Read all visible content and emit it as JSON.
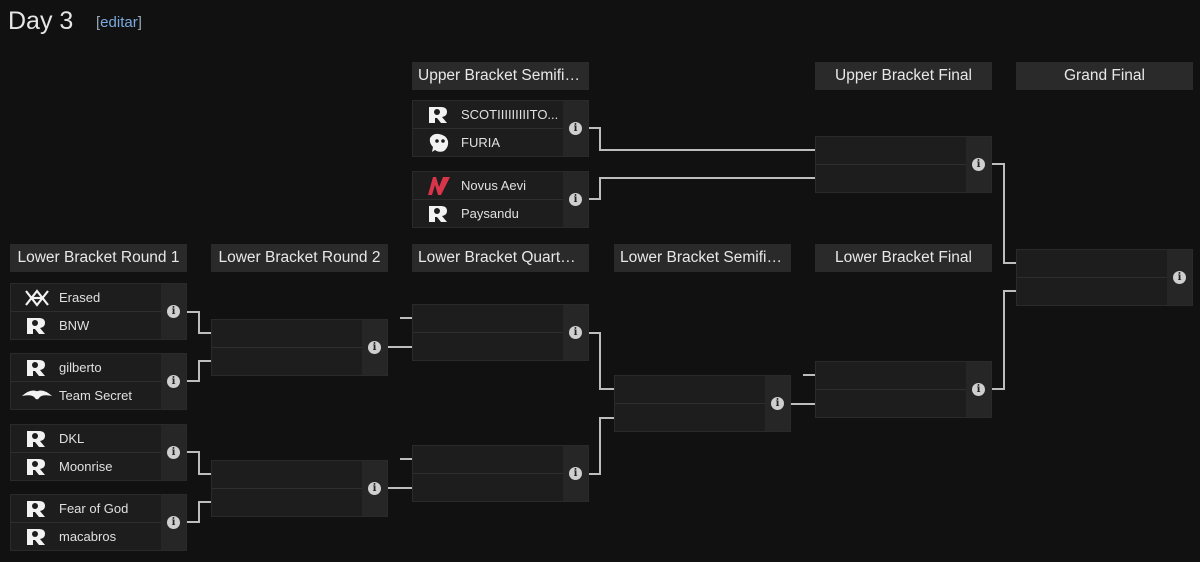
{
  "page": {
    "title": "Day 3",
    "edit_label": "editar"
  },
  "rounds": {
    "ub_semi": "Upper Bracket Semifinals",
    "ub_final": "Upper Bracket Final",
    "grand_final": "Grand Final",
    "lb_r1": "Lower Bracket Round 1",
    "lb_r2": "Lower Bracket Round 2",
    "lb_qf": "Lower Bracket Quarterfinal",
    "lb_semi": "Lower Bracket Semifinal",
    "lb_final": "Lower Bracket Final"
  },
  "matches": {
    "ubs1": {
      "team1": "SCOTIIIIIIIIITO...",
      "team2": "FURIA"
    },
    "ubs2": {
      "team1": "Novus Aevi",
      "team2": "Paysandu"
    },
    "lb1a": {
      "team1": "Erased",
      "team2": "BNW"
    },
    "lb1b": {
      "team1": "gilberto",
      "team2": "Team Secret"
    },
    "lb1c": {
      "team1": "DKL",
      "team2": "Moonrise"
    },
    "lb1d": {
      "team1": "Fear of God",
      "team2": "macabros"
    }
  },
  "icons": {
    "info": "i",
    "rocket_league": "rocket-league-icon",
    "furia": "furia-panther-icon",
    "novus_aevi": "novus-aevi-icon",
    "erased": "erased-icon",
    "team_secret": "team-secret-icon"
  },
  "colors": {
    "background": "#111111",
    "header": "#2a2a2a",
    "link": "#7aa9e0",
    "novus_aevi": "#d8344a"
  }
}
